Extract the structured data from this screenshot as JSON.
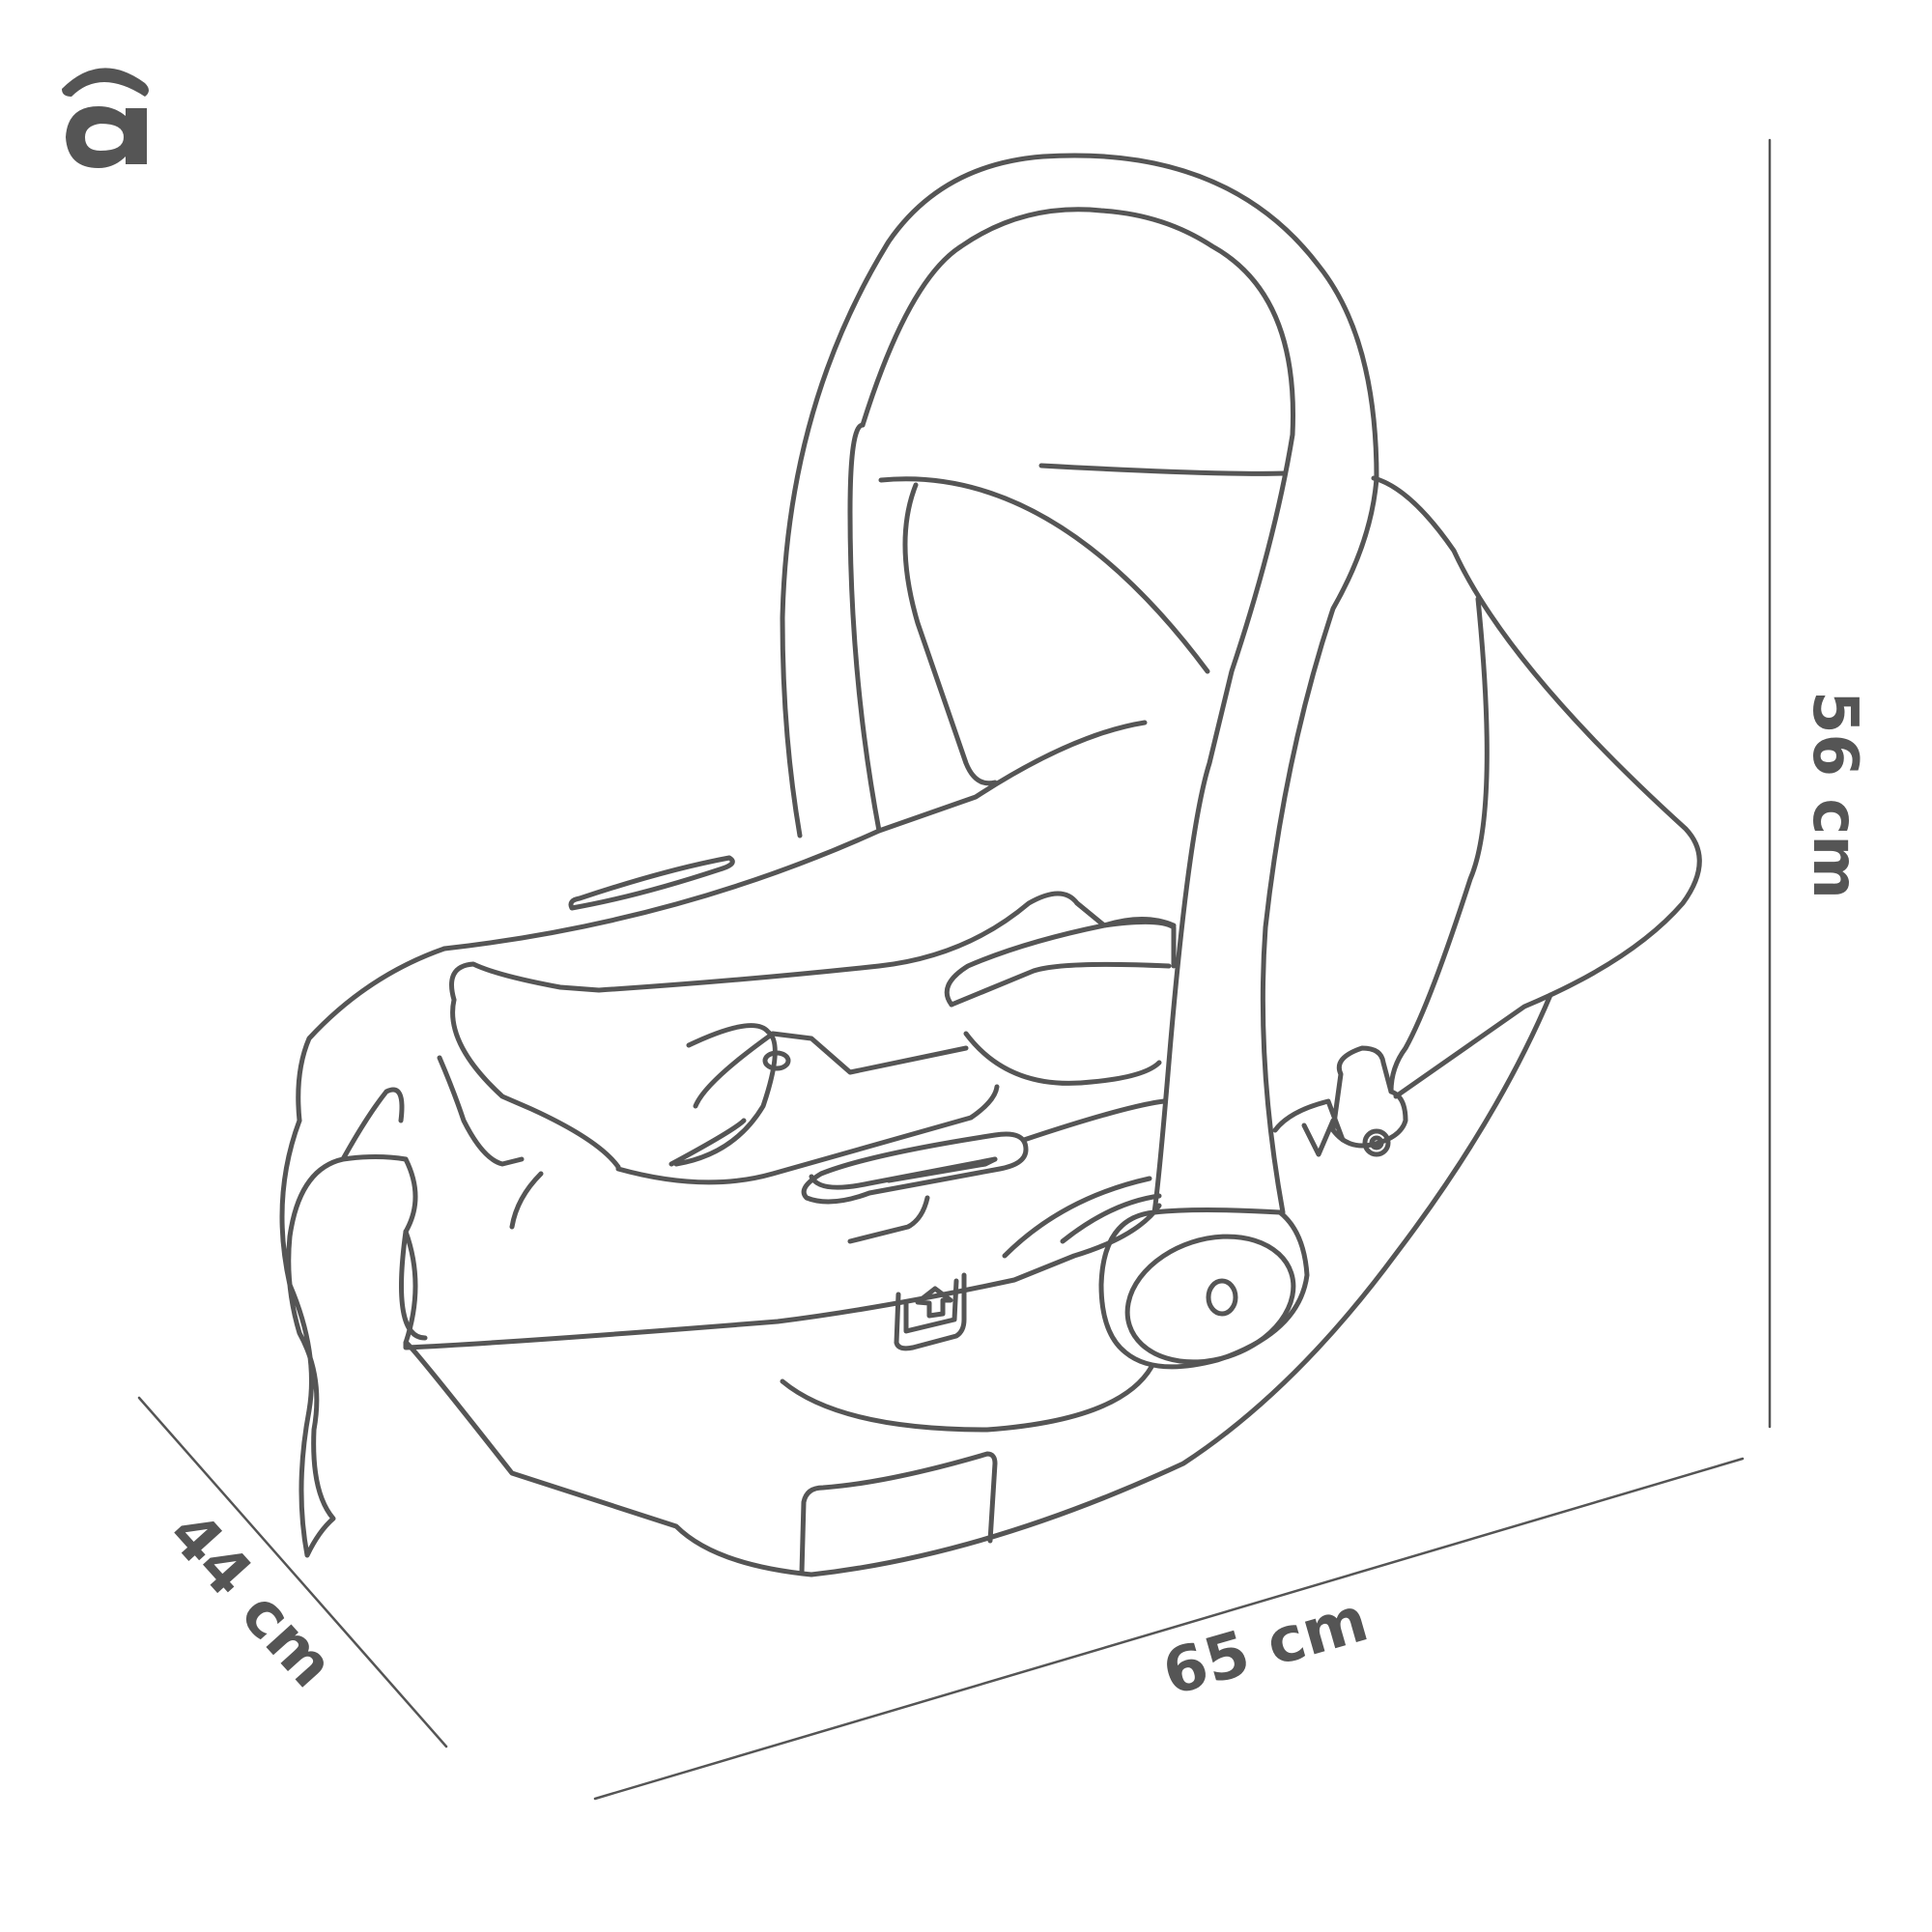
{
  "diagram": {
    "type": "product-dimension-drawing",
    "subject": "infant car seat",
    "stroke_color": "#555555",
    "background": "#ffffff"
  },
  "logo": {
    "glyph": "a",
    "icon": "brand-logo-icon"
  },
  "dimensions": {
    "height": {
      "label": "56 cm",
      "value": 56,
      "unit": "cm"
    },
    "length": {
      "label": "65 cm",
      "value": 65,
      "unit": "cm"
    },
    "width": {
      "label": "44 cm",
      "value": 44,
      "unit": "cm"
    }
  }
}
